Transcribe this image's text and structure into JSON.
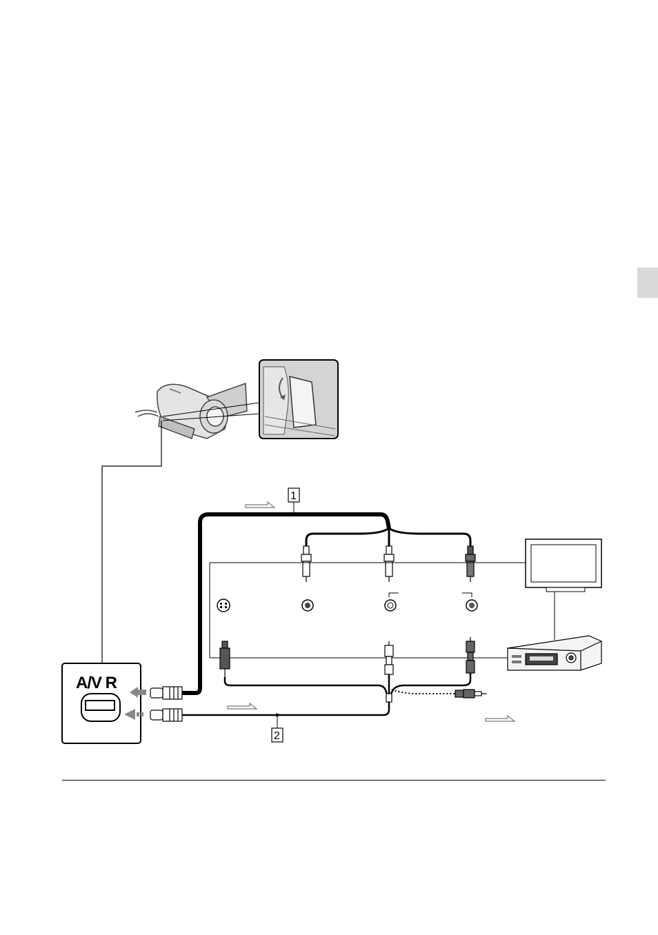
{
  "camcorder_jack": {
    "label": "A/V R"
  },
  "callouts": {
    "cable_1": "1",
    "cable_2": "2"
  },
  "icons": {
    "camcorder": "camcorder-icon",
    "tv": "tv-icon",
    "vcr": "vcr-icon",
    "s_video_jack": "s-video-jack-icon",
    "rca_jack": "rca-jack-icon",
    "signal_flow_arrow": "signal-flow-arrow-icon"
  }
}
